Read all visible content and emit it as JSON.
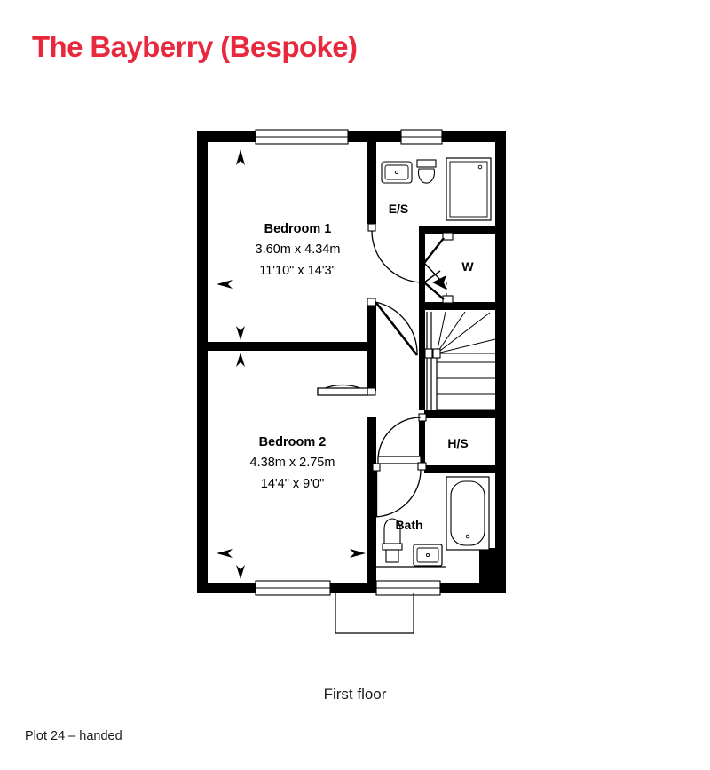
{
  "title": "The Bayberry (Bespoke)",
  "floor_caption": "First floor",
  "plot_caption": "Plot 24 – handed",
  "colors": {
    "title": "#e8283c",
    "wall": "#000000",
    "paper": "#ffffff",
    "line": "#000000"
  },
  "rooms": [
    {
      "key": "bedroom1",
      "name": "Bedroom 1",
      "dim_metric": "3.60m x 4.34m",
      "dim_imperial": "11'10\" x 14'3\""
    },
    {
      "key": "bedroom2",
      "name": "Bedroom 2",
      "dim_metric": "4.38m x 2.75m",
      "dim_imperial": "14'4\" x 9'0\""
    }
  ],
  "small_rooms": [
    {
      "key": "ensuite",
      "label": "E/S"
    },
    {
      "key": "wardrobe",
      "label": "W"
    },
    {
      "key": "hot-press-storage",
      "label": "H/S"
    },
    {
      "key": "bathroom",
      "label": "Bath"
    }
  ],
  "fixtures": [
    "ensuite-basin",
    "ensuite-toilet",
    "shower-enclosure",
    "bath-tub",
    "bath-basin",
    "bath-toilet"
  ],
  "features": [
    "staircase",
    "wardrobe-bifold-doors",
    "window-top-left",
    "window-top-right",
    "window-bottom-left",
    "window-bottom-right",
    "porch-canopy-outline"
  ]
}
